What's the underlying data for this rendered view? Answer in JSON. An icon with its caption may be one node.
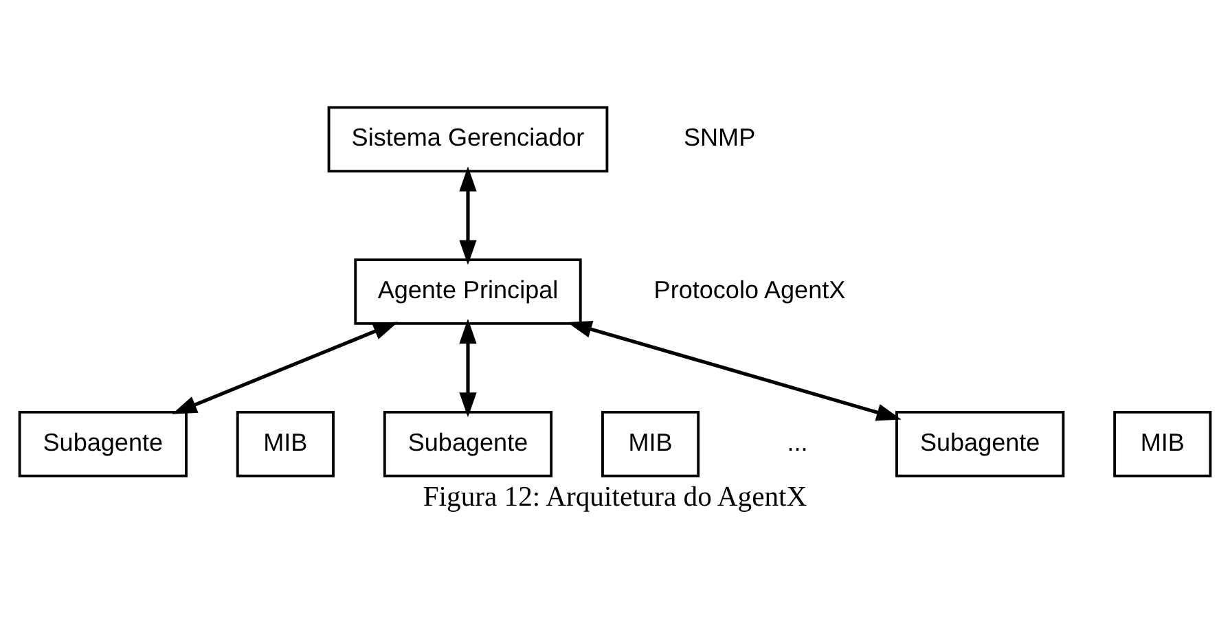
{
  "diagram": {
    "caption": "Figura 12: Arquitetura do AgentX",
    "nodes": [
      {
        "text": [
          "Sistema Gerenciador"
        ]
      },
      {
        "text": [
          "Agente Principal"
        ]
      },
      {
        "text": [
          "Subagente"
        ]
      },
      {
        "text": [
          "MIB"
        ]
      },
      {
        "text": [
          "Subagente"
        ]
      },
      {
        "text": [
          "MIB"
        ]
      },
      {
        "text": [
          "Subagente"
        ]
      },
      {
        "text": [
          "MIB"
        ]
      }
    ],
    "edges": [
      {
        "from": 0,
        "to": 1,
        "arrow": "both"
      },
      {
        "from": 1,
        "to": 2,
        "arrow": "both"
      },
      {
        "from": 1,
        "to": 4,
        "arrow": "both"
      },
      {
        "from": 1,
        "to": 6,
        "arrow": "both"
      }
    ],
    "labels": [
      "SNMP",
      "Protocolo AgentX",
      "..."
    ]
  }
}
